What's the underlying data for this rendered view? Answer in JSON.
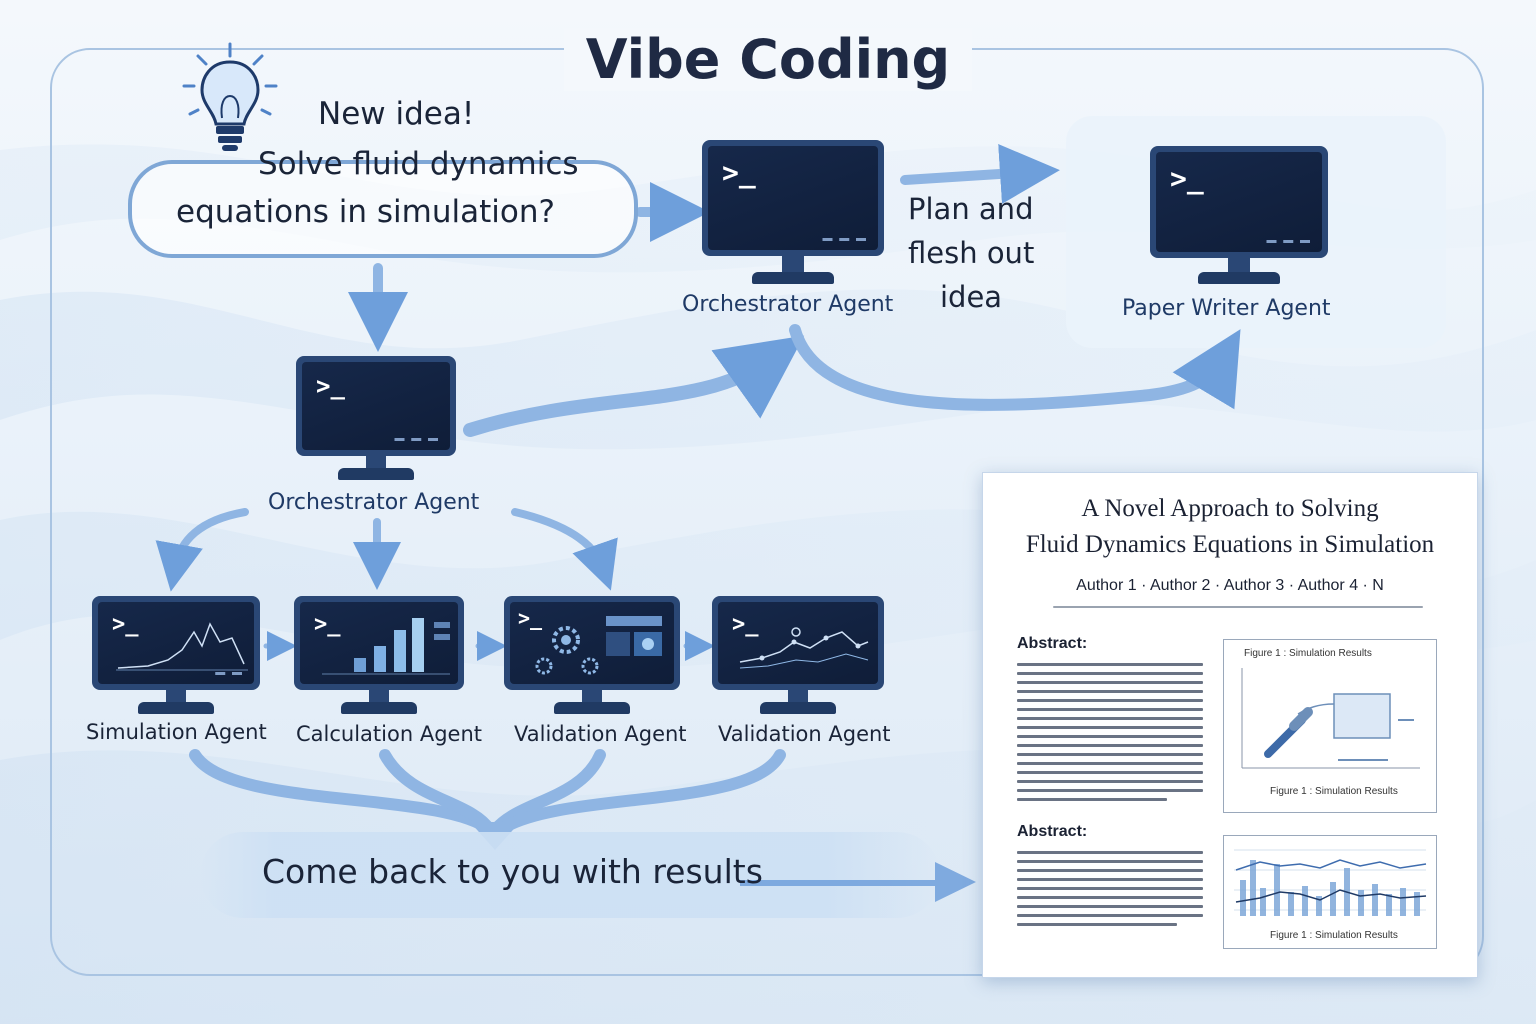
{
  "title": "Vibe Coding",
  "idea": {
    "line1": "New idea!",
    "line2": "Solve fluid dynamics",
    "line3": "equations in simulation?"
  },
  "plan_text": {
    "line1": "Plan and",
    "line2": "flesh out",
    "line3": "idea"
  },
  "agents": {
    "orchestrator_top": "Orchestrator Agent",
    "paper_writer": "Paper Writer Agent",
    "orchestrator_main": "Orchestrator Agent",
    "simulation": "Simulation Agent",
    "calculation": "Calculation Agent",
    "validation_1": "Validation Agent",
    "validation_2": "Validation Agent"
  },
  "terminal_prompt": ">_",
  "results_text": "Come back to you with results",
  "paper": {
    "title_line1": "A Novel Approach to Solving",
    "title_line2": "Fluid Dynamics Equations in Simulation",
    "authors": "Author 1  ·  Author 2  ·  Author 3  ·  Author 4  ·  N",
    "abstract_heading_1": "Abstract:",
    "abstract_heading_2": "Abstract:",
    "figure_caption_top": "Figure 1 : Simulation Results",
    "figure_caption_1": "Figure 1 : Simulation Results",
    "figure_caption_2": "Figure 1 : Simulation Results"
  },
  "colors": {
    "accent": "#5b8fd0",
    "arrow": "#6e9fdb",
    "screen": "#16284a",
    "bezel": "#2a4775",
    "text_dark": "#1f2a44",
    "label_blue": "#1f3a66"
  }
}
